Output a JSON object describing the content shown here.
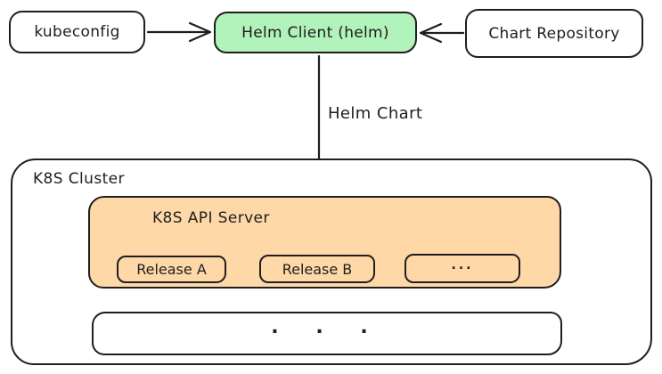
{
  "nodes": {
    "kubeconfig": {
      "label": "kubeconfig",
      "fill": "#ffffff"
    },
    "helm_client": {
      "label": "Helm Client (helm)",
      "fill": "#b2f2bb"
    },
    "chart_repository": {
      "label": "Chart Repository",
      "fill": "#ffffff"
    },
    "k8s_cluster": {
      "label": "K8S Cluster",
      "fill": "#ffffff"
    },
    "k8s_api_server": {
      "label": "K8S API Server",
      "fill": "#ffd8a8"
    },
    "release_a": {
      "label": "Release A",
      "fill": "transparent"
    },
    "release_b": {
      "label": "Release B",
      "fill": "transparent"
    },
    "release_ellipsis": {
      "label": "...",
      "fill": "transparent"
    },
    "cluster_ellipsis": {
      "label": ". . .",
      "fill": "#ffffff"
    }
  },
  "edges": [
    {
      "from": "kubeconfig",
      "to": "helm_client",
      "label": ""
    },
    {
      "from": "chart_repository",
      "to": "helm_client",
      "label": ""
    },
    {
      "from": "helm_client",
      "to": "k8s_api_server",
      "label": "Helm Chart"
    }
  ],
  "colors": {
    "stroke": "#1e1e1e",
    "green": "#b2f2bb",
    "orange": "#ffd8a8",
    "background": "#ffffff"
  }
}
